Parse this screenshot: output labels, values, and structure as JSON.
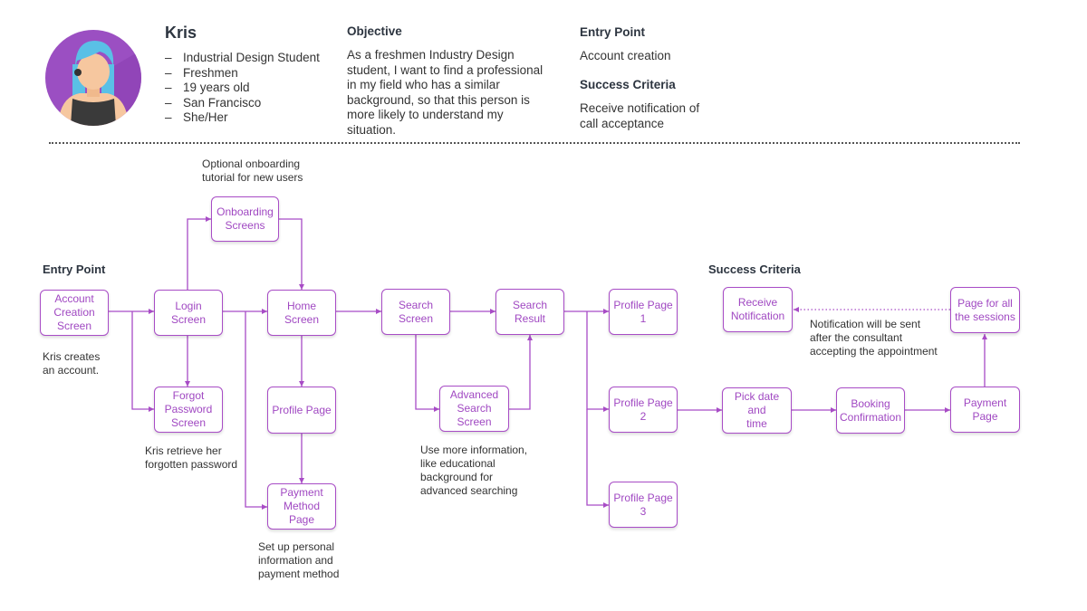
{
  "persona": {
    "name": "Kris",
    "details": [
      "Industrial Design Student",
      "Freshmen",
      "19 years old",
      "San Francisco",
      "She/Her"
    ]
  },
  "objective": {
    "heading": "Objective",
    "text": "As a freshmen Industry Design student, I want to find a professional in my field who has a similar background, so that this person is more likely to understand my situation."
  },
  "entry": {
    "heading": "Entry Point",
    "text": "Account creation"
  },
  "success": {
    "heading": "Success Criteria",
    "text": "Receive notification of call acceptance"
  },
  "flow": {
    "entry_label": "Entry Point",
    "success_label": "Success Criteria",
    "nodes": {
      "account_creation": "Account\nCreation\nScreen",
      "login": "Login Screen",
      "onboarding": "Onboarding\nScreens",
      "home": "Home Screen",
      "search": "Search\nScreen",
      "search_result": "Search Result",
      "profile1": "Profile Page 1",
      "profile2": "Profile Page 2",
      "profile3": "Profile Page 3",
      "forgot": "Forgot\nPassword\nScreen",
      "profile": "Profile Page",
      "payment_method": "Payment\nMethod Page",
      "advanced": "Advanced\nSearch\nScreen",
      "pick_date": "Pick date and\ntime",
      "booking": "Booking\nConfirmation",
      "payment": "Payment\nPage",
      "page_all": "Page for all\nthe sessions",
      "receive": "Receive\nNotification"
    },
    "notes": {
      "onboarding": "Optional onboarding\ntutorial for new users",
      "creates": "Kris creates\nan account.",
      "retrieve": "Kris retrieve her\nforgotten password",
      "advanced": "Use more information,\nlike educational\nbackground for\nadvanced searching",
      "payment": "Set up personal\ninformation and\npayment method",
      "notification": "Notification will be sent\nafter the consultant\naccepting the appointment"
    }
  },
  "colors": {
    "accent": "#a84cc6",
    "text": "#2d3540"
  }
}
